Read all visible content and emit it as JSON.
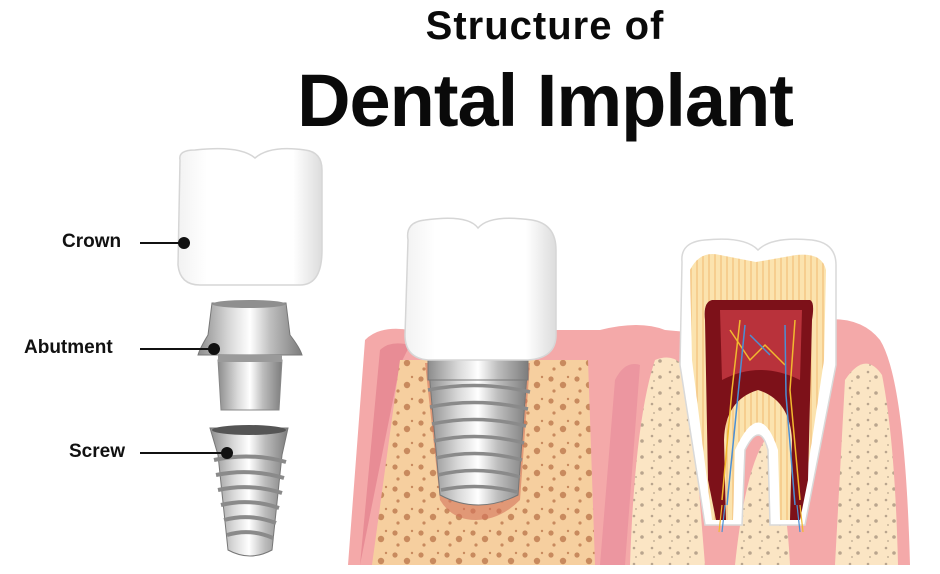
{
  "title": {
    "line1": "Structure of",
    "line2": "Dental Implant"
  },
  "labels": {
    "crown": "Crown",
    "abutment": "Abutment",
    "screw": "Screw"
  },
  "colors": {
    "gum": "#f2a6a6",
    "gum_dark": "#e07c86",
    "bone": "#f7d3a4",
    "bone_spots": "#c98b61",
    "metal": "#b9b9b9",
    "pulp": "#8e1b22",
    "crown": "#ffffff"
  }
}
